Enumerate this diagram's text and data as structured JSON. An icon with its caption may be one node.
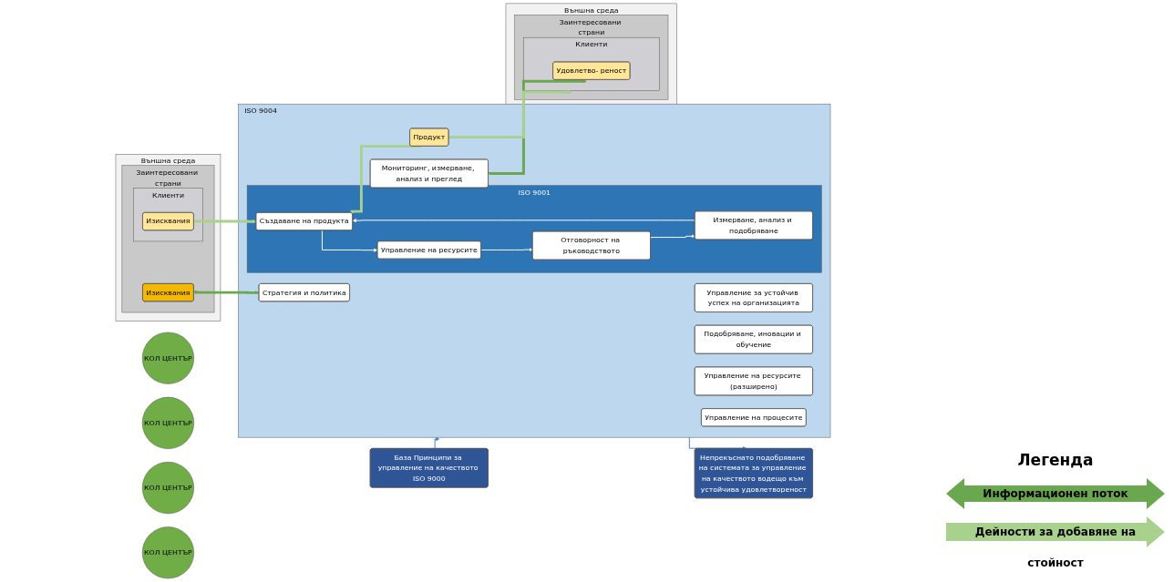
{
  "diagram": {
    "nodes": [
      {
        "text": [
          "Непрекъснато подобряване на системата за управление на качеството водещо към устойчива удовлетвореност"
        ]
      },
      {
        "text": [
          "Външна среда"
        ]
      },
      {
        "text": [
          "Заинтересовани страни"
        ],
        "in": 1
      },
      {
        "text": [
          "Изисквания"
        ],
        "in": 2
      },
      {
        "text": [
          "Клиенти"
        ],
        "in": 2
      },
      {
        "text": [
          "Изисквания"
        ],
        "in": 4
      },
      {
        "text": [
          "КОЛ ЦЕНТЪР"
        ]
      },
      {
        "text": [
          "ISO 9004"
        ]
      },
      {
        "text": [
          "Управление за устойчив успех на организацията"
        ],
        "in": 7
      },
      {
        "text": [
          "Стратегия и политика"
        ],
        "in": 7
      },
      {
        "text": [
          "Подобряване, иновации и обучение"
        ],
        "in": 7
      },
      {
        "text": [
          "ISO 9001"
        ],
        "in": 7
      },
      {
        "text": [
          "Отговорност на ръководството"
        ],
        "in": 11
      },
      {
        "text": [
          "Управление на ресурсите"
        ],
        "in": 11
      },
      {
        "text": [
          "Измерване, анализ и подобряване"
        ],
        "in": 11
      },
      {
        "text": [
          "Създаване на продукта"
        ],
        "in": 11
      },
      {
        "text": [
          "Управление на ресурсите (разширено)"
        ],
        "in": 7
      },
      {
        "text": [
          "Мониторинг, измерване, анализ и преглед"
        ],
        "in": 7
      },
      {
        "text": [
          "Продукт"
        ],
        "in": 7
      },
      {
        "text": [
          "Управление на процесите"
        ],
        "in": 7
      },
      {
        "text": [
          "КОЛ ЦЕНТЪР"
        ]
      },
      {
        "text": [
          "КОЛ ЦЕНТЪР"
        ]
      },
      {
        "text": [
          "КОЛ ЦЕНТЪР"
        ]
      },
      {
        "text": [
          "Външна среда"
        ]
      },
      {
        "text": [
          "Заинтересовани страни"
        ],
        "in": 23
      },
      {
        "text": [
          "Клиенти"
        ],
        "in": 24
      },
      {
        "text": [
          "Удовлетво- реност"
        ],
        "in": 25
      },
      {
        "text": [
          "База Принципи за управление на качеството ISO 9000"
        ]
      }
    ],
    "edges": [
      {
        "from": 3,
        "to": 9,
        "arrow": "both",
        "style": "thick",
        "color": "#6aa84f"
      },
      {
        "from": 5,
        "to": 15,
        "arrow": "to",
        "style": "thick",
        "color": "#a9d18e"
      },
      {
        "from": 15,
        "to": 18,
        "arrow": "none",
        "style": "thick",
        "color": "#a9d18e"
      },
      {
        "from": 18,
        "to": 25,
        "arrow": "to",
        "style": "thick",
        "color": "#a9d18e"
      },
      {
        "from": 17,
        "to": 26,
        "arrow": "both",
        "style": "thick",
        "color": "#6aa84f"
      },
      {
        "from": 12,
        "to": 14,
        "arrow": "to",
        "color": "#ffffff"
      },
      {
        "from": 14,
        "to": 15,
        "arrow": "to",
        "color": "#ffffff"
      },
      {
        "from": 15,
        "to": 13,
        "arrow": "to",
        "color": "#ffffff"
      },
      {
        "from": 13,
        "to": 12,
        "arrow": "to",
        "color": "#ffffff"
      },
      {
        "from": 7,
        "to": 0,
        "arrow": "to",
        "color": "#4a7ebb"
      },
      {
        "from": 27,
        "to": 7,
        "arrow": "to",
        "color": "#4a7ebb"
      }
    ],
    "labels": [
      "Легенда"
    ],
    "legend": [
      {
        "text": "Информационен поток"
      },
      {
        "text": "Дейности за добавяне на стойност"
      }
    ]
  }
}
